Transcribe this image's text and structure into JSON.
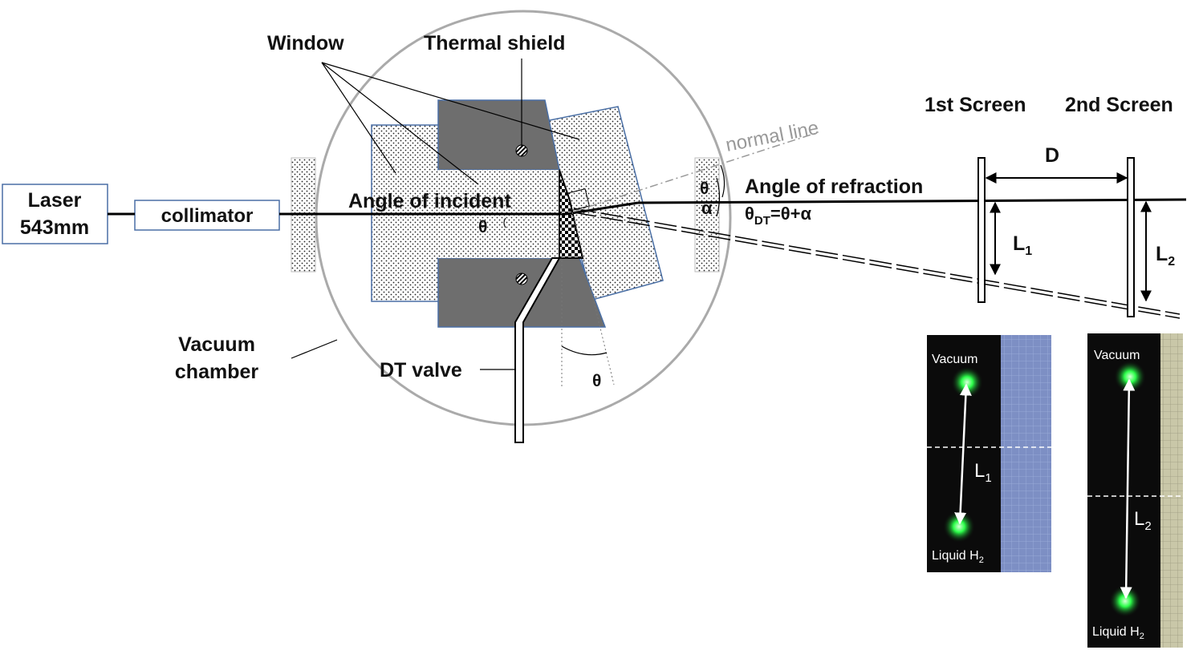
{
  "labels": {
    "laser_line1": "Laser",
    "laser_line2": "543mm",
    "collimator": "collimator",
    "window": "Window",
    "thermal_shield": "Thermal shield",
    "angle_incident": "Angle of incident",
    "theta": "θ",
    "alpha": "α",
    "normal_line": "normal line",
    "angle_refraction": "Angle  of refraction",
    "theta_dt_main": "θ",
    "theta_dt_sub": "DT",
    "theta_dt_rest": "=θ+α",
    "vacuum_chamber_line1": "Vacuum",
    "vacuum_chamber_line2": "chamber",
    "dt_valve": "DT valve",
    "screen1": "1st Screen",
    "screen2": "2nd Screen",
    "D": "D",
    "L": "L",
    "sub1": "1",
    "sub2": "2"
  },
  "photos": {
    "vacuum": "Vacuum",
    "liquid": "Liquid H",
    "liquid_sub": "2",
    "L": "L",
    "sub1": "1",
    "sub2": "2"
  },
  "colors": {
    "shield": "#6e6e6e",
    "window_dots": "#d9d9d9",
    "laser_spot": "#2cff4a",
    "photo_bg": "#0b0b0b",
    "screen1_strip": "#7d8fc4",
    "screen2_strip": "#c9c7a8"
  }
}
